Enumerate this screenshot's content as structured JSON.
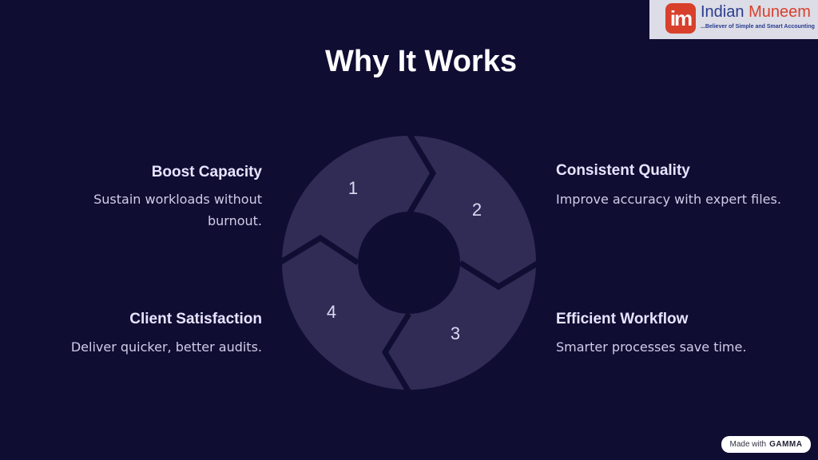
{
  "logo": {
    "mark": "im",
    "name_part1": "Indian",
    "name_part2": "Muneem",
    "tagline": "...Believer of Simple and Smart Accounting"
  },
  "title": "Why It Works",
  "cycle": {
    "segments": [
      {
        "number": "1"
      },
      {
        "number": "2"
      },
      {
        "number": "3"
      },
      {
        "number": "4"
      }
    ]
  },
  "items": {
    "boost": {
      "title": "Boost Capacity",
      "line1": "Sustain workloads without",
      "line2": "burnout."
    },
    "quality": {
      "title": "Consistent Quality",
      "desc": "Improve accuracy with expert files."
    },
    "client": {
      "title": "Client Satisfaction",
      "desc": "Deliver quicker, better audits."
    },
    "workflow": {
      "title": "Efficient Workflow",
      "desc": "Smarter processes save time."
    }
  },
  "badge": {
    "prefix": "Made with",
    "brand": "GAMMA"
  },
  "colors": {
    "background": "#100d33",
    "segment": "#302c56",
    "accent_red": "#d8402c",
    "accent_blue": "#2a3b8f"
  }
}
